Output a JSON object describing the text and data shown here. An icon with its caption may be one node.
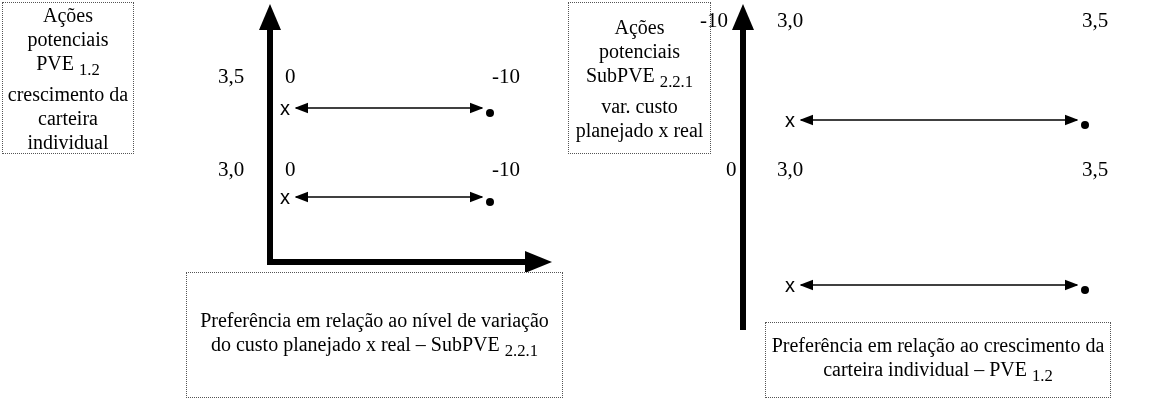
{
  "diagram": {
    "nodes": [
      {
        "text": [
          "Ações potenciais PVE $_{1.2}$ crescimento da carteira individual"
        ]
      },
      {
        "text": [
          "x"
        ]
      },
      {
        "text": [],
        "shape": "circle"
      },
      {
        "text": [
          "x"
        ]
      },
      {
        "text": [],
        "shape": "circle"
      },
      {
        "text": [
          "Preferência em relação ao nível de variação do custo planejado x real – SubPVE $_{2.2.1}$"
        ]
      },
      {
        "text": [
          "Ações potenciais SubPVE $_{2.2.1}$ var. custo planejado x real"
        ]
      },
      {
        "text": [
          "x"
        ]
      },
      {
        "text": [],
        "shape": "circle"
      },
      {
        "text": [
          "x"
        ]
      },
      {
        "text": [],
        "shape": "circle"
      },
      {
        "text": [
          "Preferência em relação ao crescimento da carteira individual – PVE $_{1.2}$"
        ]
      }
    ],
    "edges": [
      {
        "from": 1,
        "to": 2,
        "arrow": "both"
      },
      {
        "from": 3,
        "to": 4,
        "arrow": "both"
      },
      {
        "from": 7,
        "to": 8,
        "arrow": "both"
      },
      {
        "from": 9,
        "to": 10,
        "arrow": "both"
      }
    ],
    "labels": [
      "3,5",
      "0",
      "-10",
      "3,0",
      "0",
      "-10",
      "-10",
      "3,0",
      "3,5",
      "0",
      "3,0",
      "3,5"
    ]
  }
}
